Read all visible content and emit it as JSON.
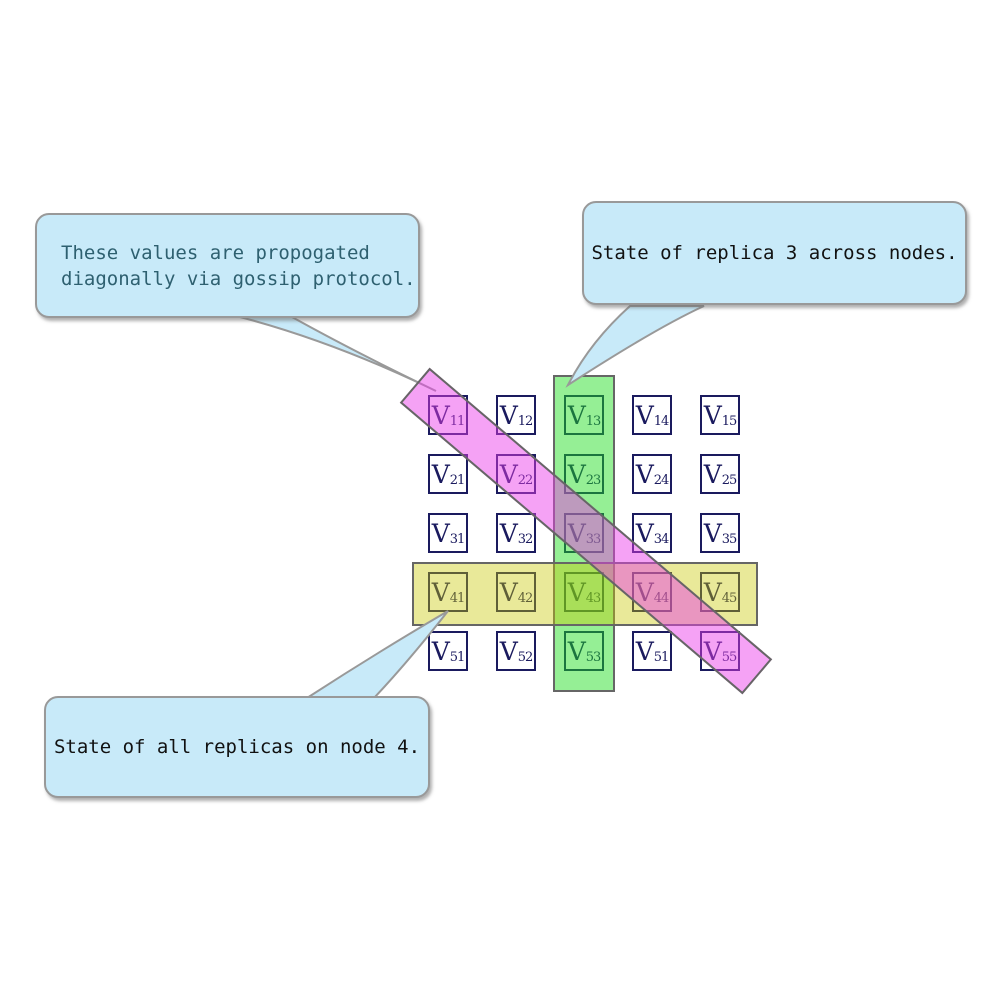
{
  "callouts": {
    "gossip": {
      "line1": "These values are propogated",
      "line2": "diagonally via gossip protocol.",
      "text_color": "#2e6070"
    },
    "replica": {
      "text": "State of replica 3 across nodes.",
      "text_color": "#111111"
    },
    "node4": {
      "text": "State of all replicas on node 4.",
      "text_color": "#111111"
    }
  },
  "matrix": {
    "v_label": "V",
    "cells": [
      [
        "11",
        "12",
        "13",
        "14",
        "15"
      ],
      [
        "21",
        "22",
        "23",
        "24",
        "25"
      ],
      [
        "31",
        "32",
        "33",
        "34",
        "35"
      ],
      [
        "41",
        "42",
        "43",
        "44",
        "45"
      ],
      [
        "51",
        "52",
        "53",
        "51",
        "55"
      ]
    ]
  },
  "highlights": {
    "replica3_column_color": "#90ee90",
    "node4_row_color": "#e9e999",
    "diagonal_band_color": "#f5a2f5",
    "band_border_color": "#666666"
  },
  "colors": {
    "callout_fill": "#c8eaf9",
    "callout_border": "#999999",
    "cell_border": "#1a1a5e",
    "cell_text": "#1a1a5e",
    "background": "#ffffff"
  }
}
